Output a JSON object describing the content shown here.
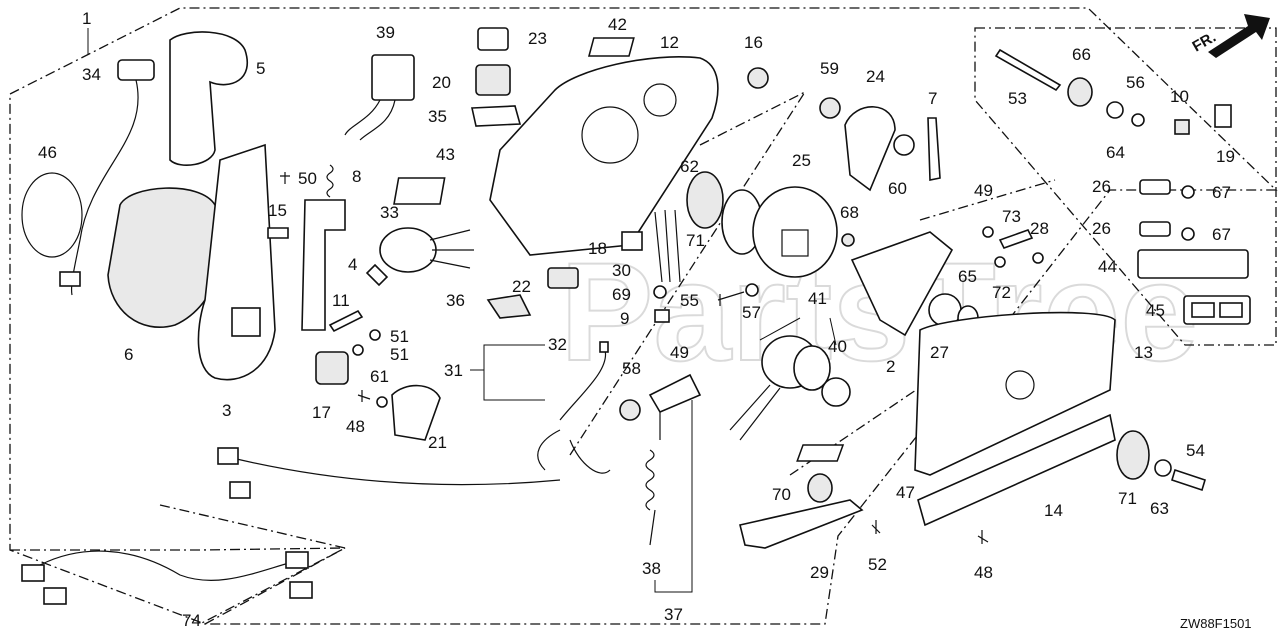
{
  "diagram": {
    "drawing_code": "ZW88F1501",
    "direction_label": "FR.",
    "watermark": "PartsTree",
    "callouts": {
      "p1": "1",
      "p2": "2",
      "p3": "3",
      "p4": "4",
      "p5": "5",
      "p6": "6",
      "p7": "7",
      "p8": "8",
      "p9": "9",
      "p10": "10",
      "p11": "11",
      "p12": "12",
      "p13": "13",
      "p14": "14",
      "p15": "15",
      "p16": "16",
      "p17": "17",
      "p18": "18",
      "p19": "19",
      "p20": "20",
      "p21": "21",
      "p22": "22",
      "p23": "23",
      "p24": "24",
      "p25": "25",
      "p26a": "26",
      "p26b": "26",
      "p27": "27",
      "p28": "28",
      "p29": "29",
      "p30": "30",
      "p31": "31",
      "p32": "32",
      "p33": "33",
      "p34": "34",
      "p35": "35",
      "p36": "36",
      "p37": "37",
      "p38": "38",
      "p39": "39",
      "p40": "40",
      "p41": "41",
      "p42": "42",
      "p43": "43",
      "p44": "44",
      "p45": "45",
      "p46": "46",
      "p47": "47",
      "p48a": "48",
      "p48b": "48",
      "p49a": "49",
      "p49b": "49",
      "p50": "50",
      "p51a": "51",
      "p51b": "51",
      "p52": "52",
      "p53": "53",
      "p54": "54",
      "p55": "55",
      "p56": "56",
      "p57": "57",
      "p58": "58",
      "p59": "59",
      "p60": "60",
      "p61": "61",
      "p62": "62",
      "p63": "63",
      "p64": "64",
      "p65": "65",
      "p66": "66",
      "p67a": "67",
      "p67b": "67",
      "p68": "68",
      "p69": "69",
      "p70": "70",
      "p71a": "71",
      "p71b": "71",
      "p72": "72",
      "p73": "73",
      "p74": "74"
    }
  }
}
